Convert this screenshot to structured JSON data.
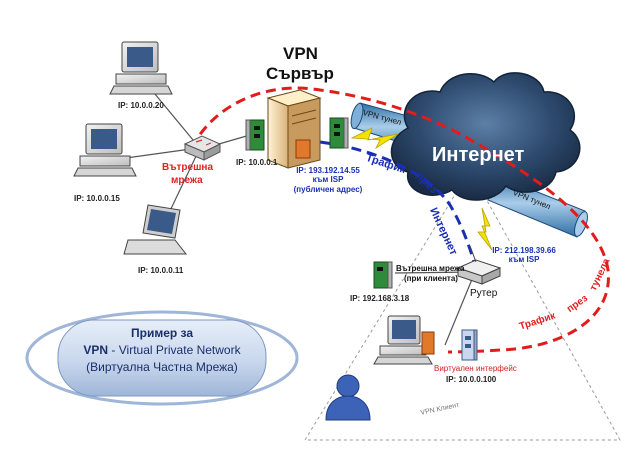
{
  "title": {
    "line1": "VPN",
    "line2": "Сървър"
  },
  "cloud": {
    "label": "Интернет"
  },
  "network": {
    "internal_label_1": "Вътрешна",
    "internal_label_2": "мрежа",
    "pc1_ip": "IP: 10.0.0.20",
    "pc2_ip": "IP: 10.0.0.15",
    "laptop_ip": "IP: 10.0.0.11",
    "server_ip": "IP: 10.0.0.1",
    "isp_ip": "IP: 193.192.14.55",
    "isp_to": "към ISP",
    "isp_public": "(публичен адрес)"
  },
  "tunnel": {
    "top_label": "VPN тунел",
    "bottom_label": "VPN тунел",
    "traffic_internet_1": "Трафик",
    "traffic_internet_2": "през",
    "traffic_internet_3": "Интернет",
    "traffic_tunnel_1": "Трафик",
    "traffic_tunnel_2": "през",
    "traffic_tunnel_3": "тунела"
  },
  "client": {
    "router_ip": "IP: 212.198.39.66",
    "router_to": "към ISP",
    "router_label": "Рутер",
    "lan_label": "Вътрешна мрежа",
    "lan_sub": "(при клиента)",
    "lan_ip": "IP: 192.168.3.18",
    "virtual_label": "Виртуален интерфейс",
    "virtual_ip": "IP: 10.0.0.100",
    "zone_label": "VPN Клиент"
  },
  "caption": {
    "line1": "Пример за",
    "line2_bold": "VPN",
    "line2_rest": " - Virtual Private Network",
    "line3": "(Виртуална Частна Мрежа)"
  },
  "colors": {
    "red_dash": "#e21b1b",
    "blue_dash": "#1a2fb5",
    "cloud": "#2d4a6e",
    "tunnel": "#4f8fc0",
    "card_green": "#2e8b3a",
    "caption_fill": "#c9d8ee"
  }
}
